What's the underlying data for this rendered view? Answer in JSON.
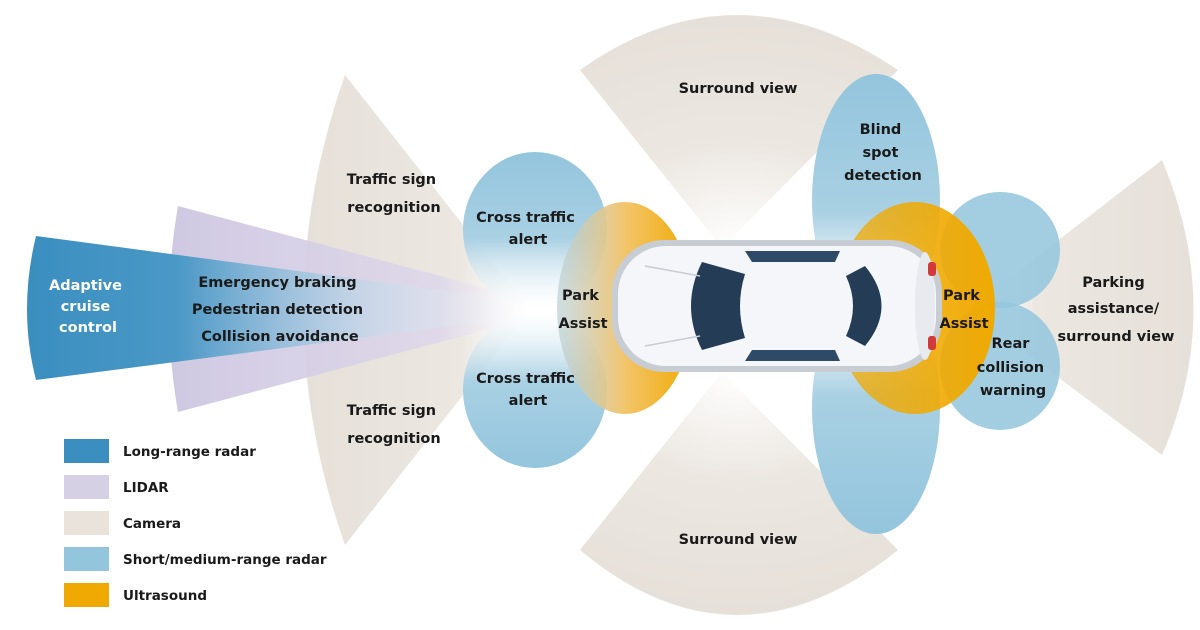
{
  "colors": {
    "long_range_radar": "#3a8fc0",
    "lidar": "#d6d0e5",
    "camera": "#e9e3dc",
    "short_medium_radar": "#93c5dd",
    "ultrasound": "#f0a900",
    "car_body": "#f4f6f9",
    "car_glass": "#243c55"
  },
  "labels": {
    "adaptive_cruise": [
      "Adaptive",
      "cruise",
      "control"
    ],
    "lidar_functions": [
      "Emergency braking",
      "Pedestrian detection",
      "Collision avoidance"
    ],
    "traffic_sign_top": [
      "Traffic sign",
      "recognition"
    ],
    "traffic_sign_bottom": [
      "Traffic sign",
      "recognition"
    ],
    "cross_traffic_top": [
      "Cross traffic",
      "alert"
    ],
    "cross_traffic_bottom": [
      "Cross traffic",
      "alert"
    ],
    "park_assist_front": [
      "Park",
      "Assist"
    ],
    "park_assist_rear": [
      "Park",
      "Assist"
    ],
    "surround_view_top": "Surround view",
    "surround_view_bottom": "Surround view",
    "blind_spot": [
      "Blind",
      "spot",
      "detection"
    ],
    "rear_collision": [
      "Rear",
      "collision",
      "warning"
    ],
    "parking_assistance": [
      "Parking",
      "assistance/",
      "surround view"
    ]
  },
  "legend": [
    {
      "label": "Long-range radar",
      "color": "#3a8fc0"
    },
    {
      "label": "LIDAR",
      "color": "#d6d0e5"
    },
    {
      "label": "Camera",
      "color": "#e9e3dc"
    },
    {
      "label": "Short/medium-range radar",
      "color": "#93c5dd"
    },
    {
      "label": "Ultrasound",
      "color": "#f0a900"
    }
  ]
}
